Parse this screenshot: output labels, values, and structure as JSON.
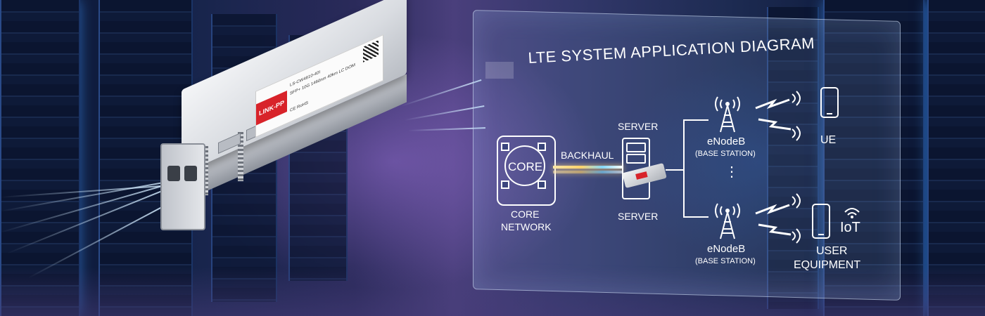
{
  "diagram": {
    "title": "LTE SYSTEM APPLICATION DIAGRAM",
    "core_badge": "CORE",
    "core_label_line1": "CORE",
    "core_label_line2": "NETWORK",
    "backhaul_label": "BACKHAUL",
    "server_top_label": "SERVER",
    "server_bottom_label": "SERVER",
    "enodeb_top_label": "eNodeB",
    "enodeb_top_sub": "(BASE STATION)",
    "enodeb_bottom_label": "eNodeB",
    "enodeb_bottom_sub": "(BASE STATION)",
    "ue_label": "UE",
    "iot_label": "IoT",
    "user_equipment_line1": "USER",
    "user_equipment_line2": "EQUIPMENT",
    "ellipsis": "⋮"
  },
  "transceiver": {
    "brand": "LINK-PP",
    "part_number": "LS-CW4610-40I",
    "spec_line": "SFP+ 10G 1460nm 40km LC DOM",
    "cert_line": "CE RoHS"
  },
  "colors": {
    "brand_red": "#d8232a",
    "glass_border": "#dcebff",
    "link_gold": "#ffd36a",
    "link_blue": "#7fd8ff"
  },
  "icons": [
    "core-icon",
    "server-icon",
    "tower-icon",
    "signal-bolt-icon",
    "wifi-arc-icon",
    "phone-icon",
    "wifi-icon"
  ]
}
